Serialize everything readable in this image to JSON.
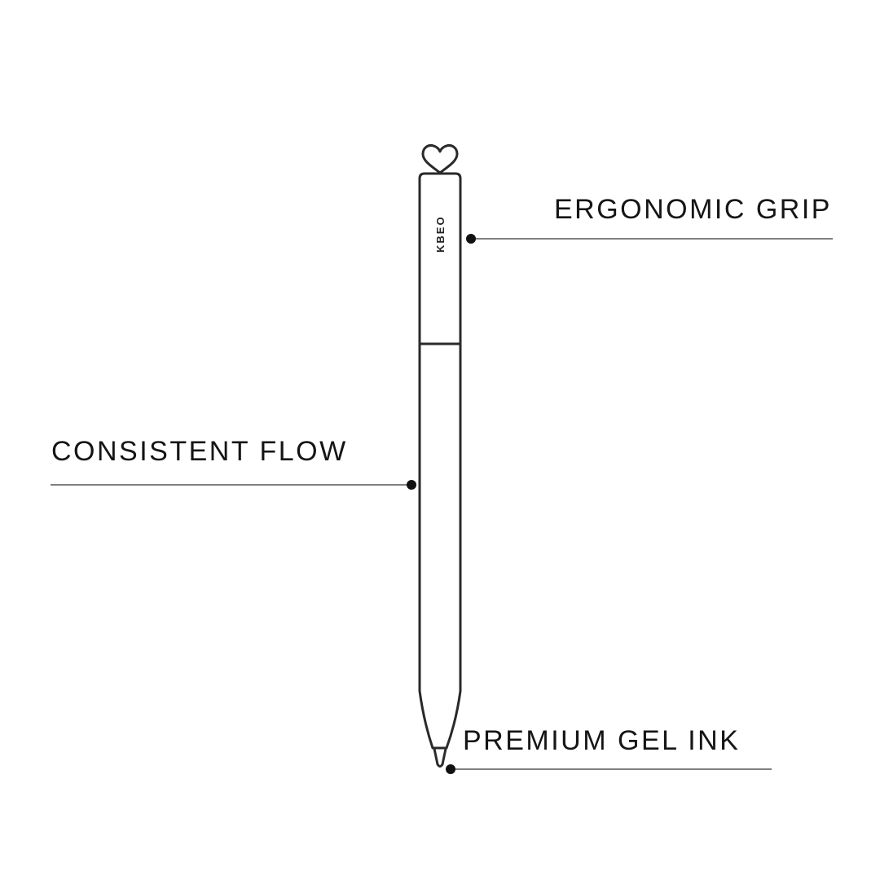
{
  "brand_logo": "KBEO",
  "callouts": {
    "ergonomic_grip": "ERGONOMIC GRIP",
    "consistent_flow": "CONSISTENT FLOW",
    "premium_gel_ink": "PREMIUM GEL INK"
  },
  "colors": {
    "ink": "#1a1a1a",
    "background": "#ffffff"
  }
}
